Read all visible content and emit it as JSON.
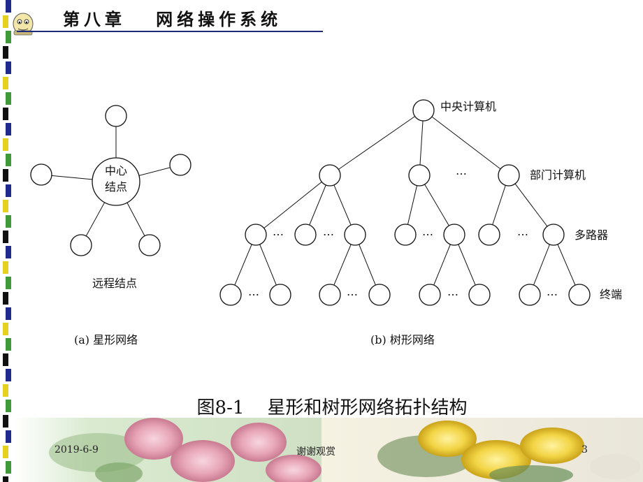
{
  "header": {
    "title": "第八章   网络操作系统"
  },
  "star": {
    "center_line1": "中心",
    "center_line2": "结点",
    "remote_label": "远程结点",
    "caption": "(a) 星形网络"
  },
  "tree": {
    "root_label": "中央计算机",
    "dept_label": "部门计算机",
    "mux_label": "多路器",
    "terminal_label": "终端",
    "ellipsis": "…",
    "caption": "(b) 树形网络"
  },
  "figure_caption": "图8-1    星形和树形网络拓扑结构",
  "footer": {
    "date": "2019-6-9",
    "center": "谢谢观赏",
    "page": "3"
  },
  "colors": {
    "stripe_a": "#1e2a8c",
    "stripe_b": "#e6d21e",
    "stripe_c": "#3f9a3a",
    "stripe_d": "#111111",
    "rule": "#1f2a7a"
  }
}
